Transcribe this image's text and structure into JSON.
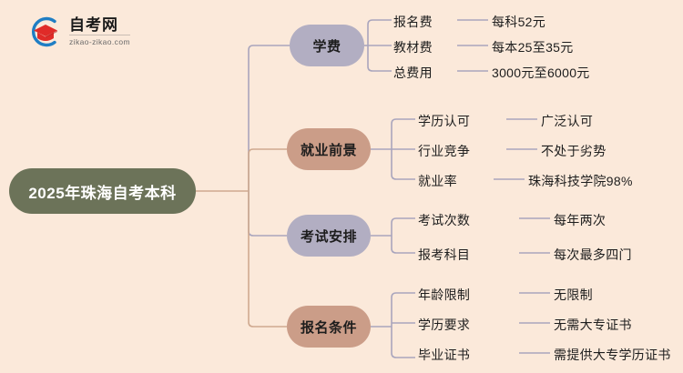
{
  "background_color": "#fbe9da",
  "logo": {
    "icon": "graduation-cap-logo-icon",
    "name_cn": "自考网",
    "url_text": "zikao-zikao.com",
    "arc_color": "#1f7ec4",
    "cap_color": "#e02b28"
  },
  "center": {
    "title": "2025年珠海自考本科",
    "color": "#6c7359",
    "text_color": "#ffffff"
  },
  "branches": [
    {
      "label": "学费",
      "color": "#b2aec2",
      "connector_color": "#a9a5bd",
      "children": [
        {
          "label": "报名费",
          "value": "每科52元"
        },
        {
          "label": "教材费",
          "value": "每本25至35元"
        },
        {
          "label": "总费用",
          "value": "3000元至6000元"
        }
      ]
    },
    {
      "label": "就业前景",
      "color": "#cb9d88",
      "connector_color": "#a9a5bd",
      "children": [
        {
          "label": "学历认可",
          "value": "广泛认可"
        },
        {
          "label": "行业竞争",
          "value": "不处于劣势"
        },
        {
          "label": "就业率",
          "value": "珠海科技学院98%"
        }
      ]
    },
    {
      "label": "考试安排",
      "color": "#b2aec2",
      "connector_color": "#a9a5bd",
      "children": [
        {
          "label": "考试次数",
          "value": "每年两次"
        },
        {
          "label": "报考科目",
          "value": "每次最多四门"
        }
      ]
    },
    {
      "label": "报名条件",
      "color": "#cb9d88",
      "connector_color": "#a9a5bd",
      "children": [
        {
          "label": "年龄限制",
          "value": "无限制"
        },
        {
          "label": "学历要求",
          "value": "无需大专证书"
        },
        {
          "label": "毕业证书",
          "value": "需提供大专学历证书"
        }
      ]
    }
  ]
}
